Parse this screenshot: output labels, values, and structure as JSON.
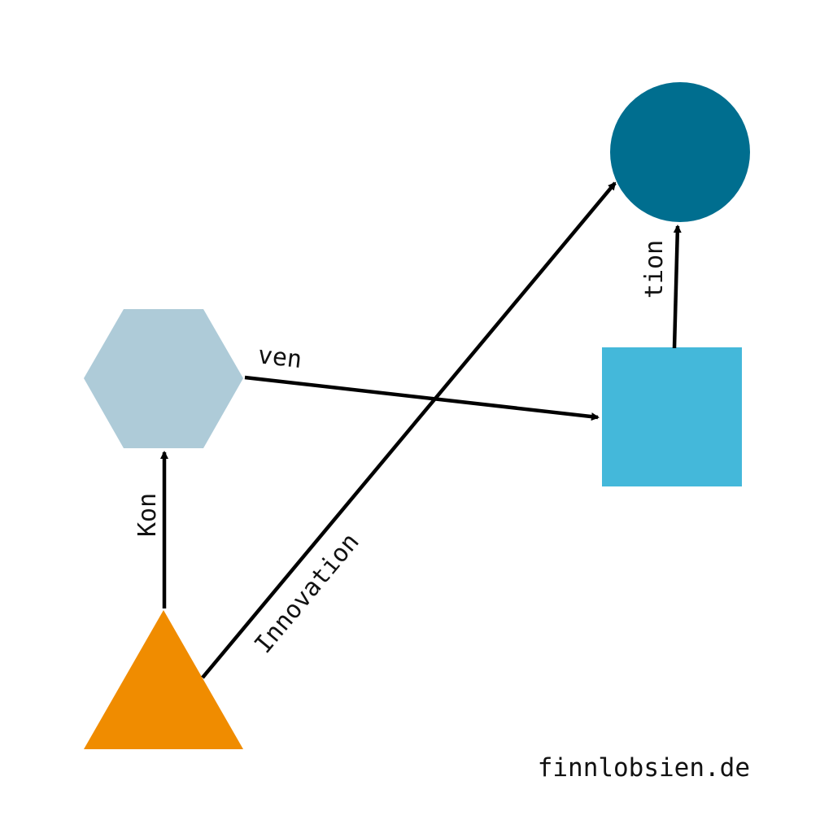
{
  "colors": {
    "triangle": "#f08c00",
    "hexagon": "#aecbd8",
    "square": "#44b8da",
    "circle": "#006e8f",
    "arrow": "#000000"
  },
  "nodes": {
    "triangle": {
      "shape": "triangle"
    },
    "hexagon": {
      "shape": "hexagon"
    },
    "square": {
      "shape": "square"
    },
    "circle": {
      "shape": "circle"
    }
  },
  "edges": {
    "kon": {
      "from": "triangle",
      "to": "hexagon",
      "label": "Kon"
    },
    "ven": {
      "from": "hexagon",
      "to": "square",
      "label": "ven"
    },
    "innovation": {
      "from": "triangle",
      "to": "circle",
      "label": "Innovation"
    },
    "tion": {
      "from": "square",
      "to": "circle",
      "label": "tion"
    }
  },
  "watermark": "finnlobsien.de"
}
